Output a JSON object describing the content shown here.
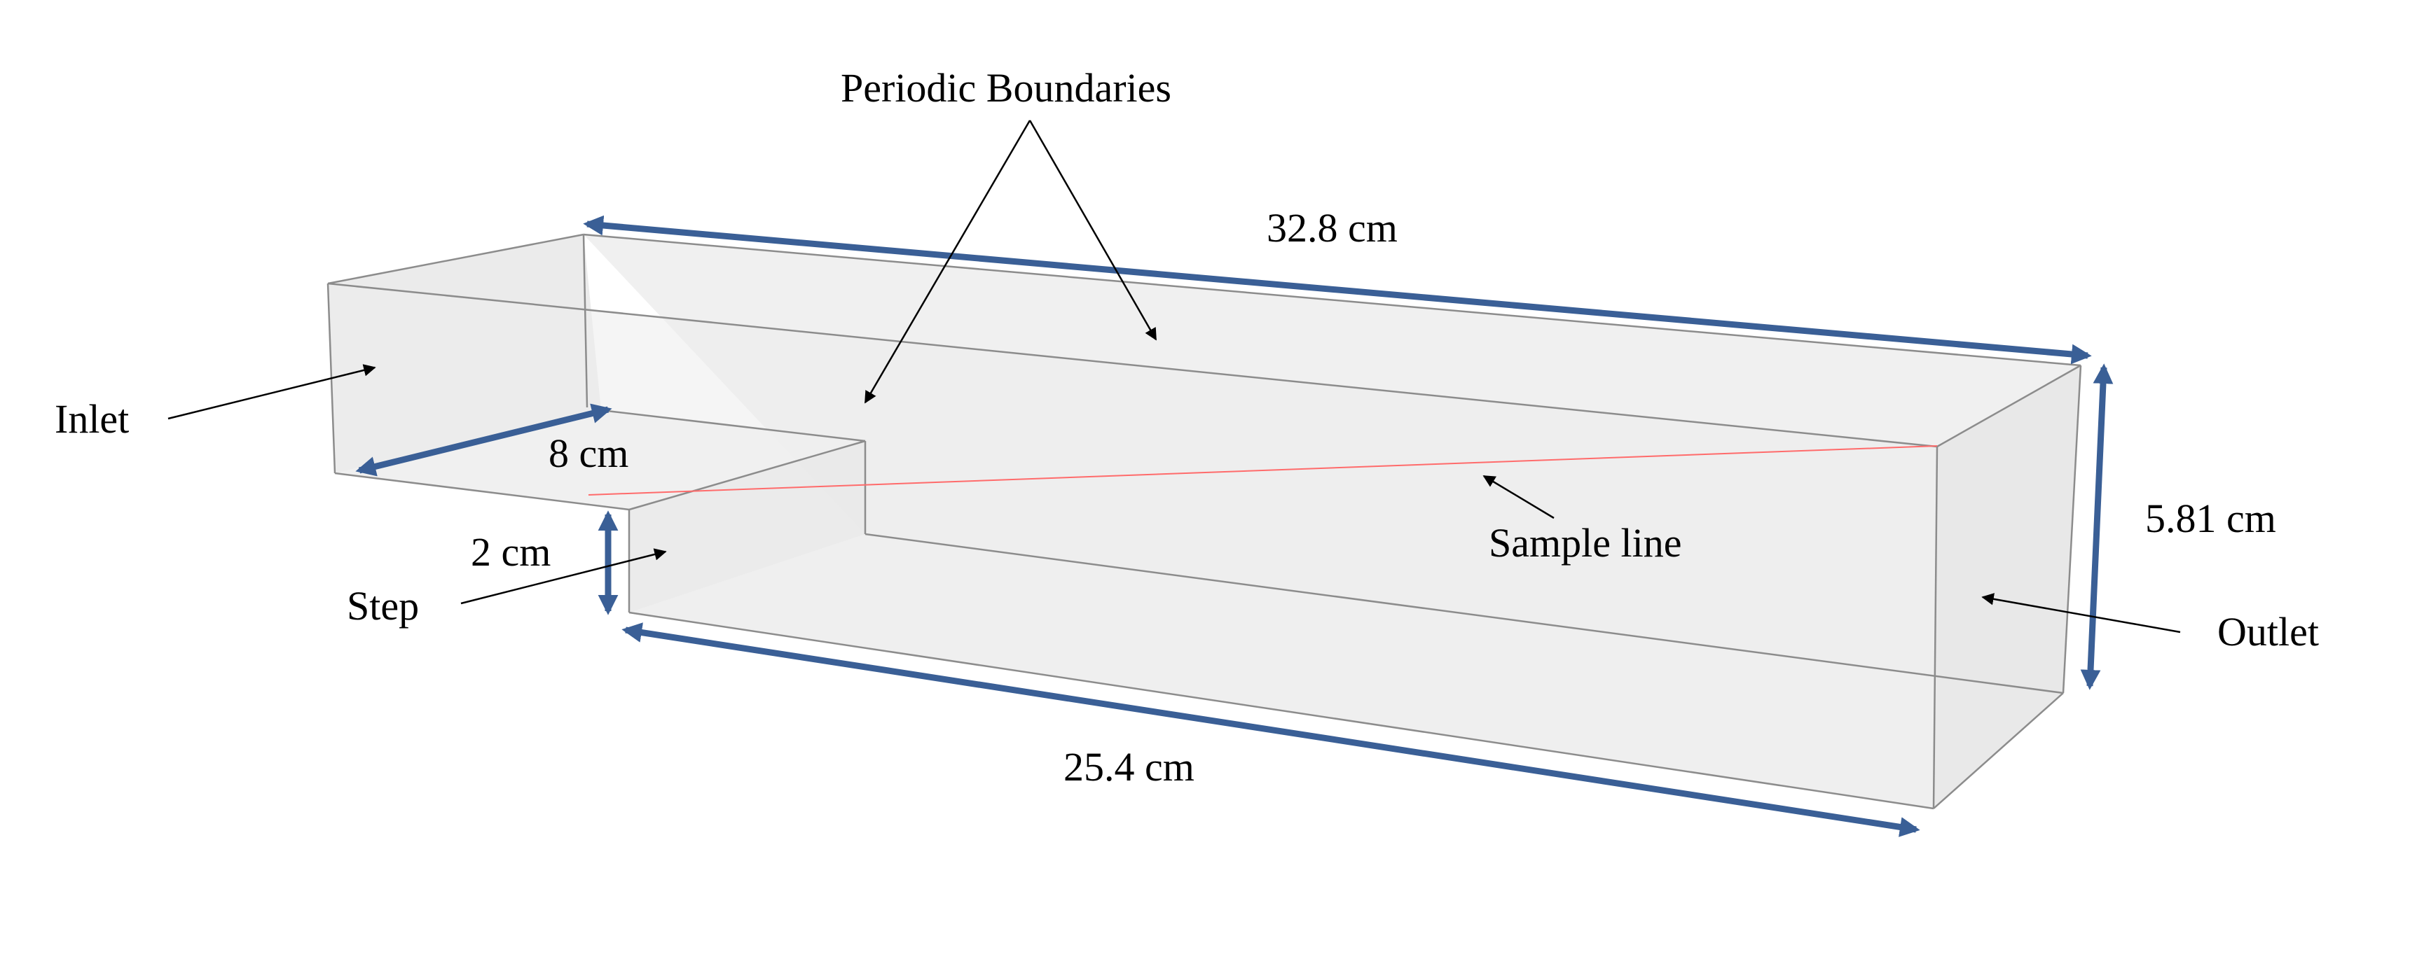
{
  "colors": {
    "dimension_arrow": "#3a5f96",
    "outline": "#8c8c8c",
    "face_fill": "#ebebeb",
    "sample_line": "#ff6b6b",
    "text": "#000000"
  },
  "labels": {
    "periodic_boundaries": "Periodic Boundaries",
    "length_top": "32.8 cm",
    "length_bottom": "25.4 cm",
    "step_length": "8 cm",
    "step_height": "2 cm",
    "outlet_height": "5.81 cm",
    "inlet": "Inlet",
    "step": "Step",
    "sample_line": "Sample line",
    "outlet": "Outlet"
  }
}
